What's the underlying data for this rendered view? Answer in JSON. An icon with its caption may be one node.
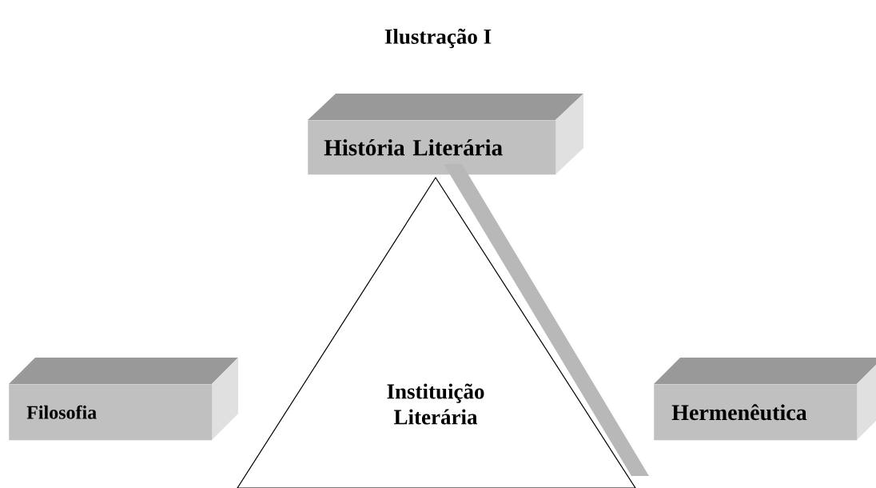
{
  "diagram": {
    "title": "Ilustração I",
    "nodes": [
      {
        "text": [
          "História Literária"
        ]
      },
      {
        "text": [
          "Instituição Literária"
        ]
      },
      {
        "text": [
          "Filosofia"
        ]
      },
      {
        "text": [
          "Hermenêutica"
        ]
      }
    ]
  }
}
